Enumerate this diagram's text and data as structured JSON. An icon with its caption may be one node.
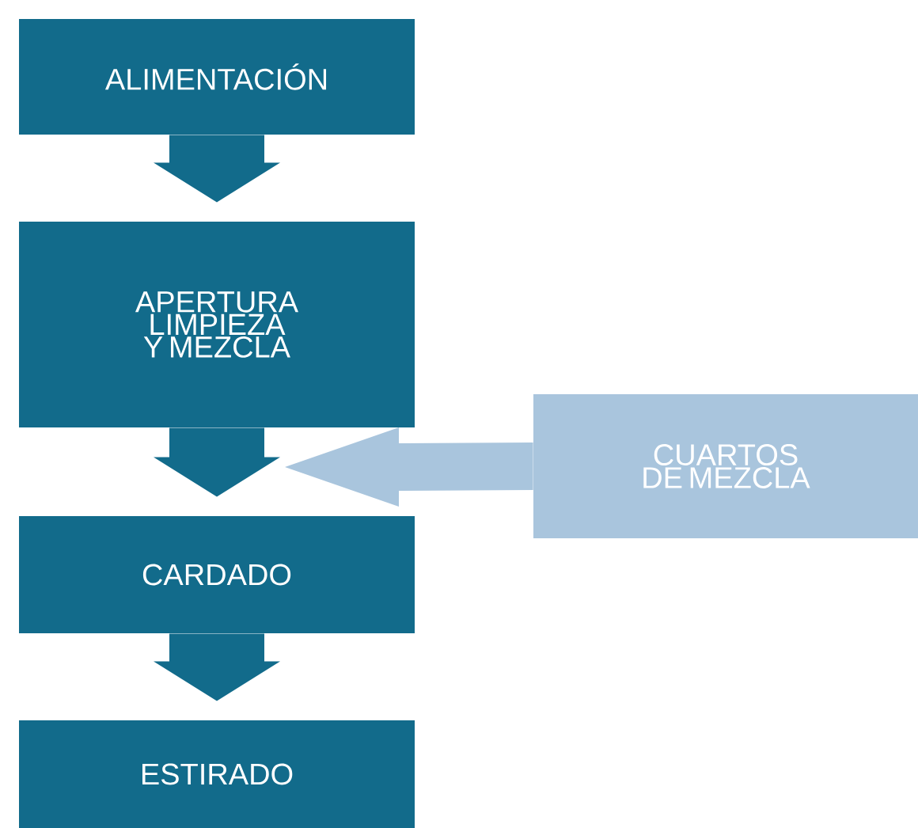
{
  "diagram": {
    "nodes": [
      {
        "text": [
          "ALIMENTACIÓN"
        ]
      },
      {
        "text": [
          "APERTURA LIMPIEZA Y MEZCLA"
        ]
      },
      {
        "text": [
          "CARDADO"
        ]
      },
      {
        "text": [
          "ESTIRADO"
        ]
      },
      {
        "text": [
          "CUARTOS DE MEZCLA"
        ]
      }
    ],
    "edges": [
      {
        "from": 0,
        "to": 1,
        "arrow": "to"
      },
      {
        "from": 1,
        "to": 2,
        "arrow": "to"
      },
      {
        "from": 2,
        "to": 3,
        "arrow": "to"
      },
      {
        "from": 4,
        "to": null,
        "arrow": "to",
        "color": "#a9c5dd"
      }
    ]
  }
}
